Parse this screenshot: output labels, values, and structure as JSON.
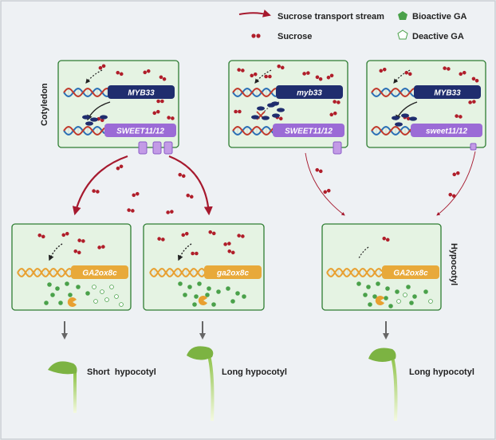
{
  "legend": {
    "transport": "Sucrose transport stream",
    "sucrose": "Sucrose",
    "bioactive": "Bioactive GA",
    "deactive": "Deactive GA"
  },
  "side_labels": {
    "cotyledon": "Cotyledon",
    "hypocotyl": "Hypocotyl"
  },
  "cotyledon_panels": [
    {
      "myb": "MYB33",
      "sweet": "SWEET11/12"
    },
    {
      "myb": "myb33",
      "sweet": "SWEET11/12"
    },
    {
      "myb": "MYB33",
      "sweet": "sweet11/12"
    }
  ],
  "hypocotyl_panels": [
    {
      "gene": "GA2ox8c"
    },
    {
      "gene": "ga2ox8c"
    },
    {
      "gene": "GA2ox8c"
    }
  ],
  "outcomes": [
    "Short  hypocotyl",
    "Long hypocotyl",
    "Long hypocotyl"
  ],
  "colors": {
    "page_bg": "#eef1f4",
    "panel_fill": "#e5f3e3",
    "panel_border": "#2e7d32",
    "myb_box": "#1f2d6e",
    "sweet_box": "#9b6bd6",
    "ga_box": "#e8a93a",
    "sucrose": "#b01e2a",
    "ga_green": "#4aa14a",
    "arrow": "#a6192e"
  }
}
